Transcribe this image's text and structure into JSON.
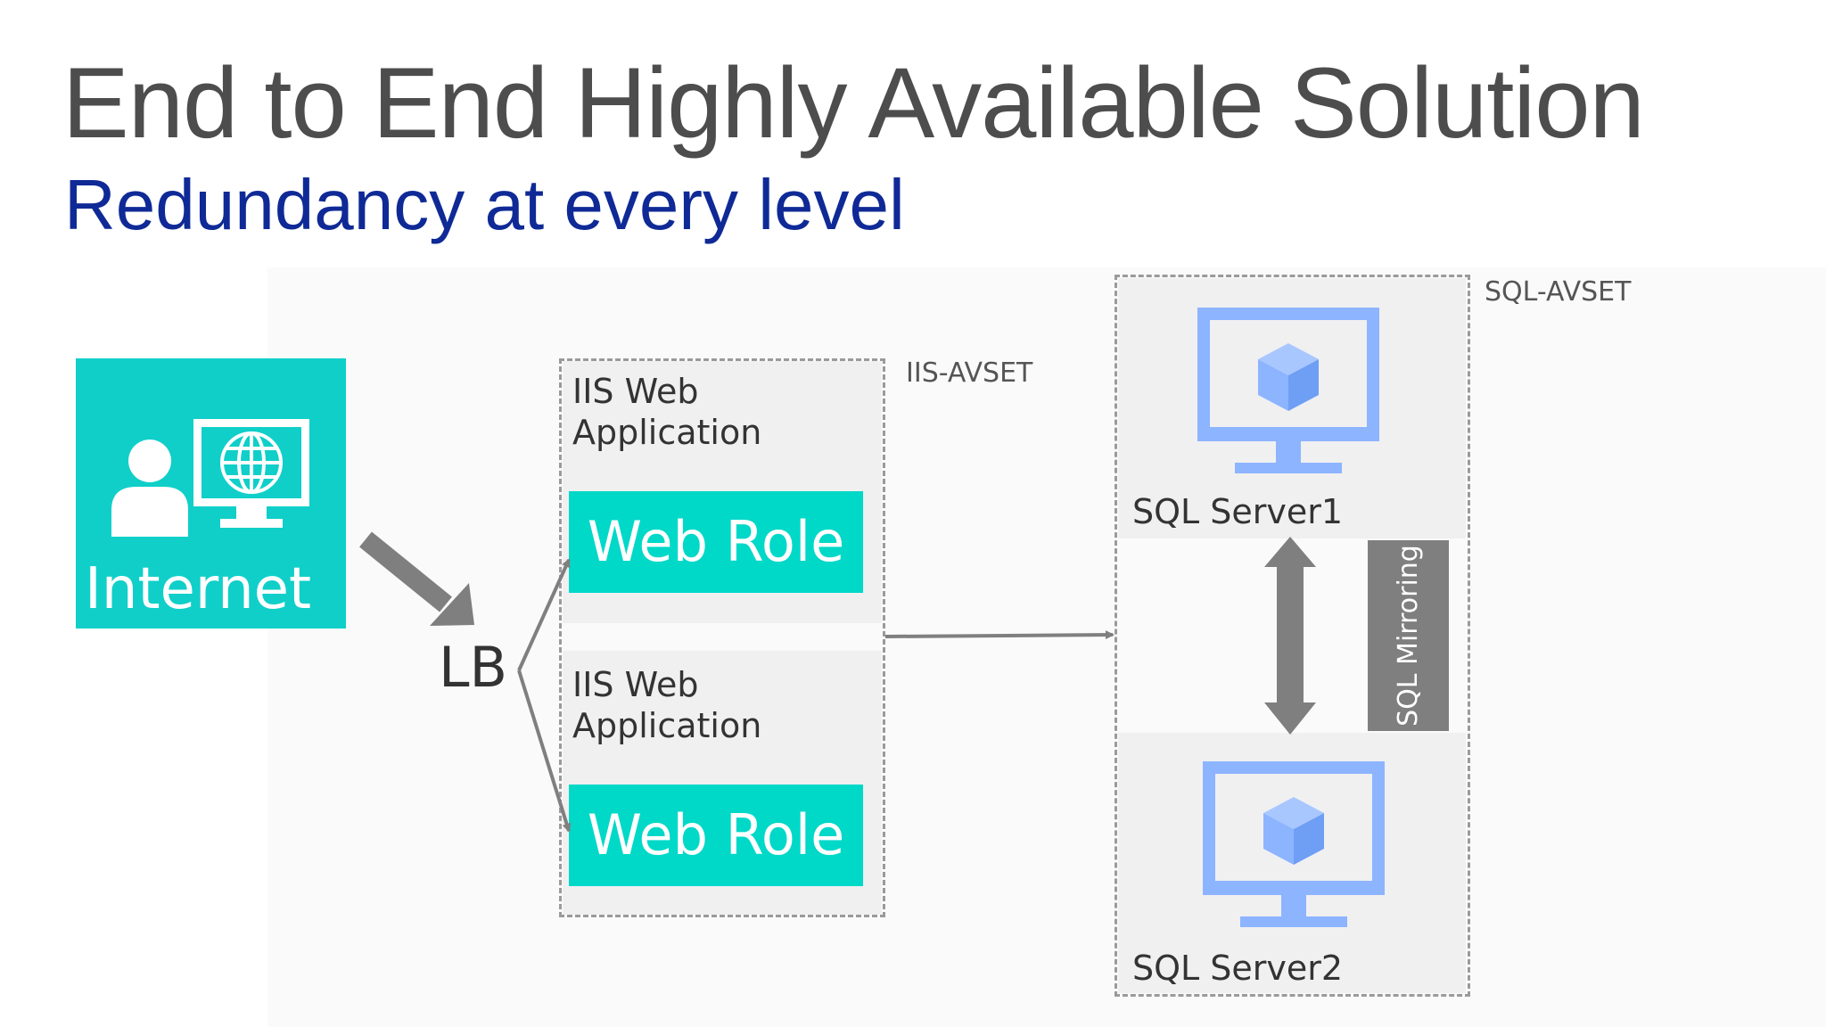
{
  "slide": {
    "title": "End to End Highly Available Solution",
    "subtitle": "Redundancy at every level"
  },
  "diagram": {
    "internet_label": "Internet",
    "lb_label": "LB",
    "iis_avset_label": "IIS-AVSET",
    "sql_avset_label": "SQL-AVSET",
    "iis_nodes": [
      {
        "line1": "IIS Web",
        "line2": "Application",
        "role": "Web Role"
      },
      {
        "line1": "IIS Web",
        "line2": "Application",
        "role": "Web Role"
      }
    ],
    "sql_nodes": [
      {
        "label": "SQL Server1"
      },
      {
        "label": "SQL Server2"
      }
    ],
    "mirroring_label": "SQL Mirroring",
    "icons": [
      "user-icon",
      "globe-monitor-icon",
      "monitor-cube-icon"
    ]
  },
  "colors": {
    "teal": "#10cfc9",
    "web_role": "#00d8c8",
    "title_gray": "#4d4d4d",
    "subtitle_blue": "#0f2a96",
    "monitor_blue": "#8db4ff",
    "arrow_gray": "#7f7f7f"
  }
}
